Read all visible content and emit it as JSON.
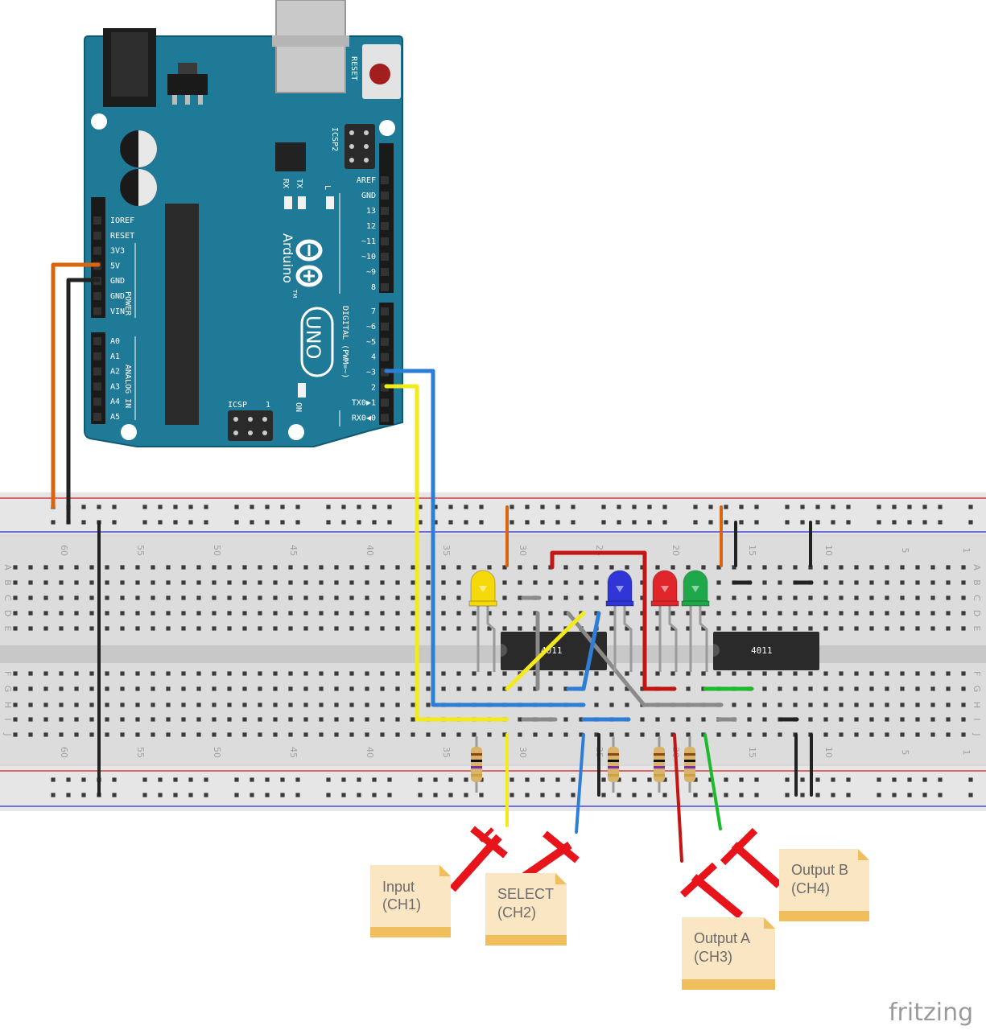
{
  "board": {
    "reset_label": "RESET",
    "icsp2_label": "ICSP2",
    "icsp_label": "ICSP",
    "icsp_pin1": "1",
    "tx_label": "TX",
    "rx_label": "RX",
    "l_label": "L",
    "on_label": "ON",
    "brand": "Arduino",
    "tm": "TM",
    "model": "UNO",
    "power_label": "POWER",
    "analog_label": "ANALOG IN",
    "digital_label": "DIGITAL (PWM=~)",
    "power_pins": [
      "IOREF",
      "RESET",
      "3V3",
      "5V",
      "GND",
      "GND",
      "VIN"
    ],
    "analog_pins": [
      "A0",
      "A1",
      "A2",
      "A3",
      "A4",
      "A5"
    ],
    "digital_top": [
      "AREF",
      "GND",
      "13",
      "12",
      "~11",
      "~10",
      "~9",
      "8"
    ],
    "digital_bottom": [
      "7",
      "~6",
      "~5",
      "4",
      "~3",
      "2",
      "TX0▶1",
      "RX0◀0"
    ]
  },
  "breadboard": {
    "column_numbers": [
      "60",
      "55",
      "50",
      "45",
      "40",
      "35",
      "30",
      "25",
      "20",
      "15",
      "10",
      "5",
      "1"
    ],
    "row_letters_top": [
      "A",
      "B",
      "C",
      "D",
      "E"
    ],
    "row_letters_bottom": [
      "F",
      "G",
      "H",
      "I",
      "J"
    ]
  },
  "chips": [
    {
      "label": "4011"
    },
    {
      "label": "4011"
    }
  ],
  "leds": [
    {
      "color": "yellow",
      "hex": "#f5d90a"
    },
    {
      "color": "blue",
      "hex": "#2f35d6"
    },
    {
      "color": "red",
      "hex": "#e0262a"
    },
    {
      "color": "green",
      "hex": "#1fa84a"
    }
  ],
  "probe_notes": [
    {
      "line1": "Input",
      "line2": "(CH1)"
    },
    {
      "line1": "SELECT",
      "line2": "(CH2)"
    },
    {
      "line1": "Output A",
      "line2": "(CH3)"
    },
    {
      "line1": "Output B",
      "line2": "(CH4)"
    }
  ],
  "wire_colors": {
    "5v": "#d9650f",
    "gnd": "#222222",
    "pin3": "#2f7ed6",
    "pin2": "#f2ea1a",
    "red": "#c41414",
    "green": "#1dbb2b",
    "gray": "#8a8a8a"
  },
  "watermark": "fritzing"
}
